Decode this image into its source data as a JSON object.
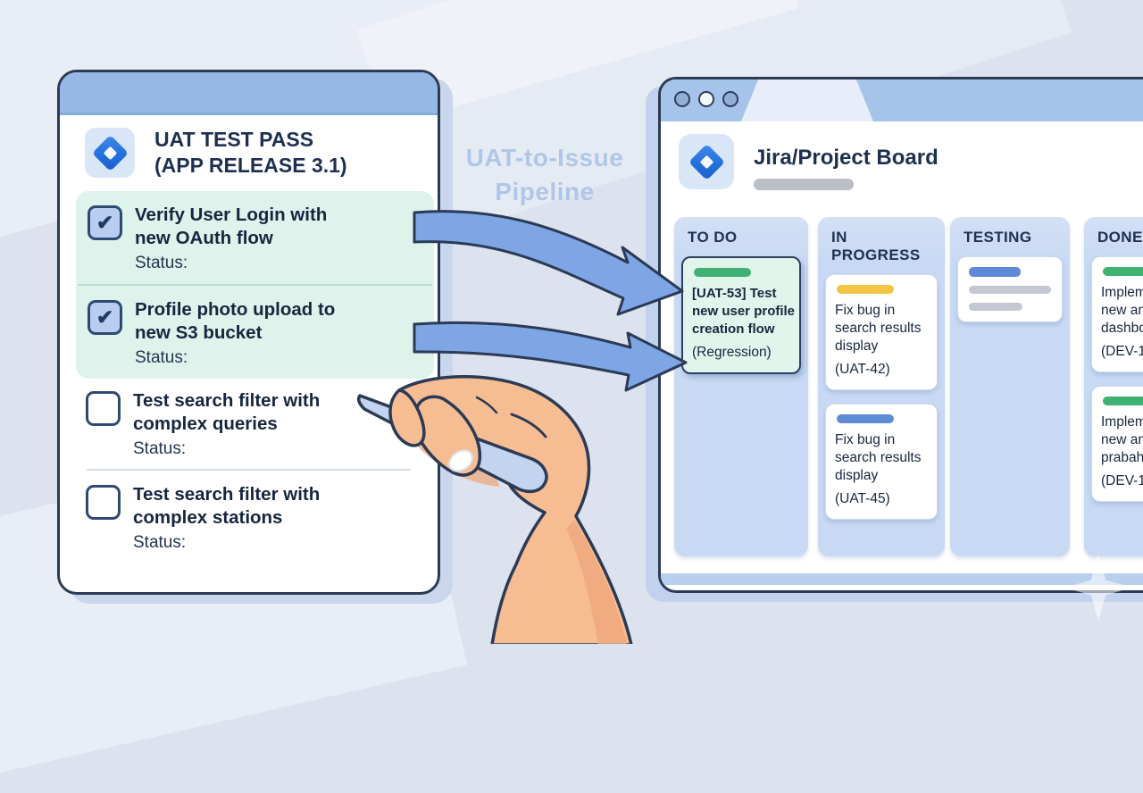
{
  "pipeline_label": {
    "line1": "UAT-to-Issue",
    "line2": "Pipeline"
  },
  "icons": {
    "check": "✔",
    "jira_logo": "jira-diamond-logo",
    "traffic_lights": "window-control-dots",
    "sparkle": "four-point-star"
  },
  "checklist_card": {
    "title_line1": "UAT TEST PASS",
    "title_line2": "(APP RELEASE 3.1)",
    "status_label": "Status:",
    "items": [
      {
        "line1": "Verify User Login with",
        "line2": "new OAuth flow",
        "checked": true
      },
      {
        "line1": "Profile photo upload to",
        "line2": "new S3 bucket",
        "checked": true
      },
      {
        "line1": "Test search filter with",
        "line2": "complex queries",
        "checked": false
      },
      {
        "line1": "Test search filter with",
        "line2": "complex stations",
        "checked": false
      }
    ]
  },
  "board": {
    "window_title": "Jira/Project Board",
    "columns": [
      {
        "name": "TO DO"
      },
      {
        "name": "IN PROGRESS"
      },
      {
        "name": "TESTING"
      },
      {
        "name": "DONE"
      }
    ],
    "cards": {
      "todo_1": {
        "line1": "[UAT-53] Test",
        "line2": "new user profile",
        "line3": "creation flow",
        "key": "(Regression)",
        "accent": "#3fb273"
      },
      "inprogress_1": {
        "line1": "Fix bug in",
        "line2": "search results",
        "line3": "display",
        "key": "(UAT-42)",
        "accent": "#f2c544"
      },
      "inprogress_2": {
        "line1": "Fix bug in",
        "line2": "search results",
        "line3": "display",
        "key": "(UAT-45)",
        "accent": "#5e8ad6"
      },
      "testing_1": {
        "accent": "#5e8ad6",
        "skeleton": true
      },
      "done_1": {
        "line1": "Implem",
        "line2": "new an",
        "line3": "dashbo",
        "key": "(DEV-1",
        "accent": "#3fb273"
      },
      "done_2": {
        "line1": "Implem",
        "line2": "new an",
        "line3": "prabah",
        "key": "(DEV-1",
        "accent": "#3fb273"
      }
    }
  },
  "colors": {
    "background": "#dce3ef",
    "navy_outline": "#2b3a55",
    "text_dark": "#16263f",
    "card_header_blue": "#95b8e7",
    "titlebar_blue": "#a6c3ea",
    "column_blue": "#c7d9f3",
    "mint_highlight": "#def3ec",
    "checkbox_checked_fill": "#b9cdf0",
    "pill_green": "#3fb273",
    "pill_yellow": "#f2c544",
    "pill_blue": "#5e8ad6",
    "arrow_blue": "#7ea6e4",
    "label_blue": "#b0c6e8",
    "skin": "#f7bd92",
    "pen_blue": "#c3d4ee",
    "skeleton_gray": "#c3c8d2"
  }
}
